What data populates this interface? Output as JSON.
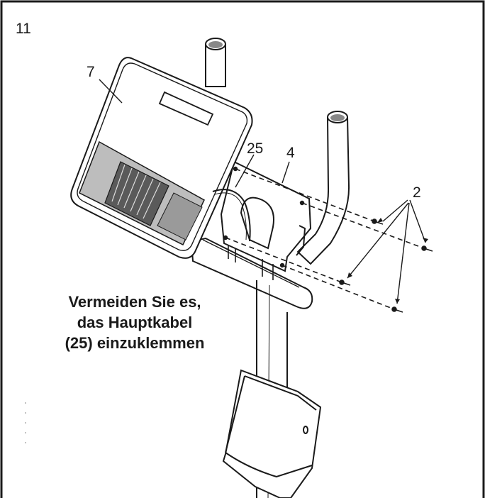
{
  "step": {
    "number": "11"
  },
  "callouts": {
    "console": "7",
    "cable": "25",
    "bracket": "4",
    "screws": "2"
  },
  "warning": {
    "line1": "Vermeiden Sie es,",
    "line2": "das Hauptkabel",
    "line3": "(25) einzuklemmen"
  }
}
